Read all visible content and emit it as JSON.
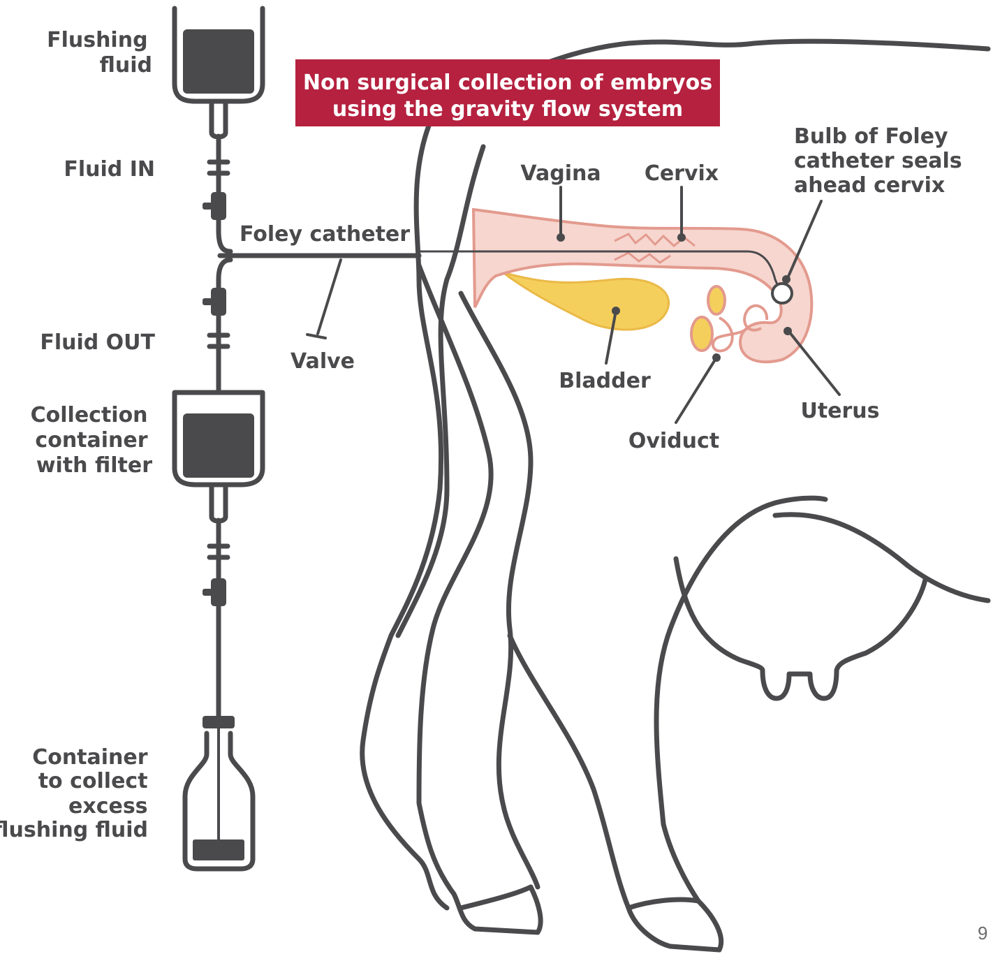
{
  "title": {
    "line1": "Non surgical collection of embryos",
    "line2": "using the gravity flow system"
  },
  "labels": {
    "flushing_fluid": [
      "Flushing",
      "fluid"
    ],
    "fluid_in": "Fluid IN",
    "foley_catheter": "Foley catheter",
    "valve": "Valve",
    "fluid_out": "Fluid OUT",
    "collection_container": [
      "Collection",
      "container",
      "with filter"
    ],
    "excess_container": [
      "Container",
      "to collect",
      "excess",
      "flushing fluid"
    ],
    "vagina": "Vagina",
    "cervix": "Cervix",
    "bulb": [
      "Bulb of Foley",
      "catheter seals",
      "ahead cervix"
    ],
    "bladder": "Bladder",
    "oviduct": "Oviduct",
    "uterus": "Uterus"
  },
  "page_number": "9",
  "colors": {
    "title_bg": "#b5213f",
    "outline": "#4a4a4c",
    "tract_fill": "#f6d6cf",
    "tract_stroke": "#e39a8e",
    "bladder_fill": "#f5cf5c",
    "background": "#ffffff"
  }
}
